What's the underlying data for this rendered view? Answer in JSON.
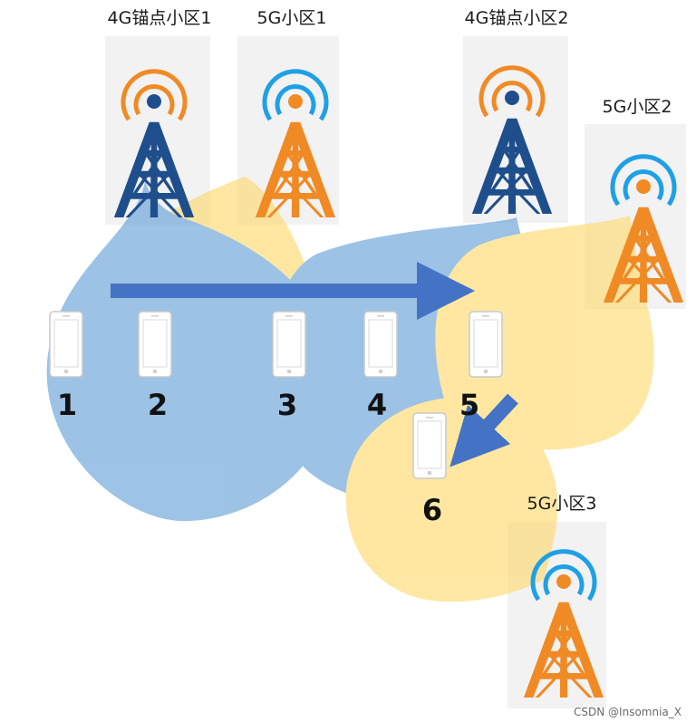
{
  "cells": [
    {
      "label": "4G锚点小区1",
      "type": "4g"
    },
    {
      "label": "5G小区1",
      "type": "5g"
    },
    {
      "label": "4G锚点小区2",
      "type": "4g"
    },
    {
      "label": "5G小区2",
      "type": "5g"
    },
    {
      "label": "5G小区3",
      "type": "5g"
    }
  ],
  "positions": [
    "1",
    "2",
    "3",
    "4",
    "5",
    "6"
  ],
  "colors": {
    "coverage_4g": "#5b9bd5",
    "coverage_5g": "#ffd866",
    "tower_4g": "#1f4e8c",
    "tower_5g": "#f08a24",
    "signal_4g": "#f08a24",
    "signal_5g": "#1fa0e6",
    "arrow": "#4472c4"
  },
  "watermark": "CSDN @Insomnia_X"
}
